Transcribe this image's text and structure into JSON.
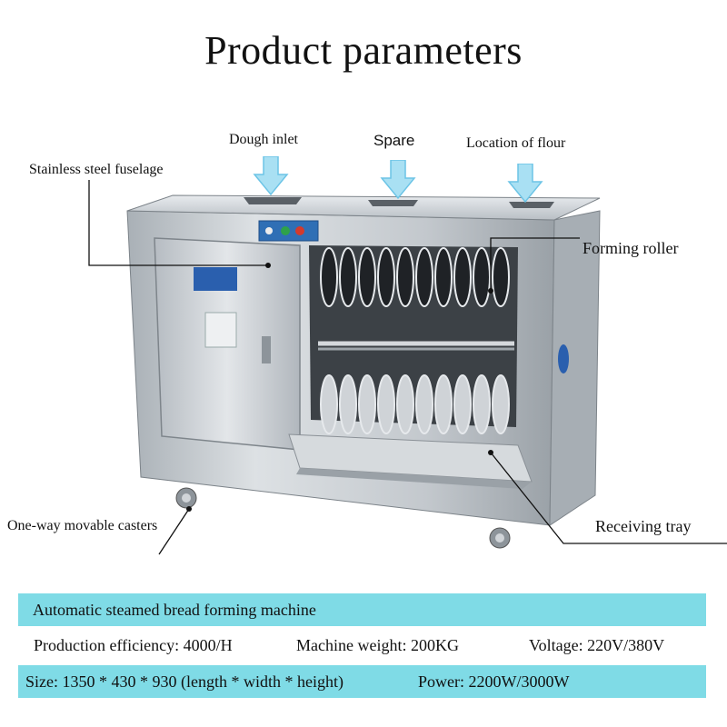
{
  "title": "Product parameters",
  "callouts": {
    "dough_inlet": "Dough inlet",
    "spare": "Spare",
    "location_of_flour": "Location of flour",
    "stainless_fuselage": "Stainless steel fuselage",
    "forming_roller": "Forming roller",
    "casters": "One-way movable casters",
    "receiving_tray": "Receiving tray"
  },
  "specs": {
    "name": "Automatic steamed bread forming machine",
    "efficiency": "Production efficiency: 4000/H",
    "weight": "Machine weight: 200KG",
    "voltage": "Voltage: 220V/380V",
    "size": "Size: 1350 * 430 * 930 (length * width * height)",
    "power": "Power: 2200W/3000W"
  },
  "colors": {
    "banner_cyan": "#7fdbe6",
    "arrow_blue": "#8ad4ee",
    "steel": "#c9ced3"
  }
}
